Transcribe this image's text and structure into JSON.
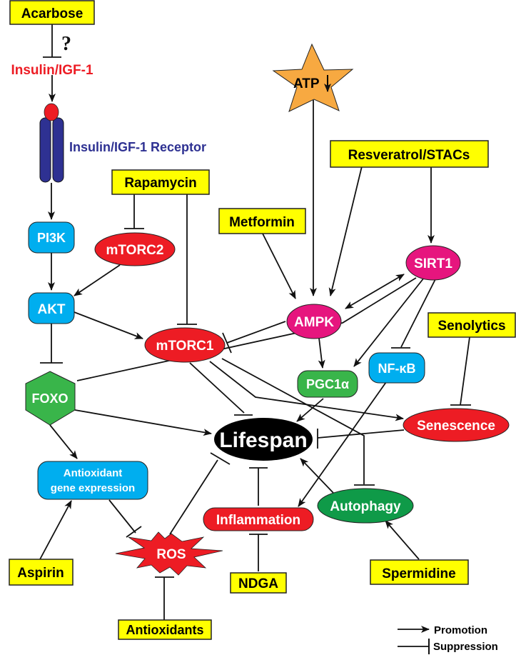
{
  "diagram": {
    "title_nodes": {
      "acarbose": "Acarbose",
      "question_mark": "?",
      "insulin_igf1": "Insulin/IGF-1",
      "receptor": "Insulin/IGF-1 Receptor",
      "atp": "ATP",
      "resveratrol": "Resveratrol/STACs",
      "rapamycin": "Rapamycin",
      "metformin": "Metformin",
      "pi3k": "PI3K",
      "mtorc2": "mTORC2",
      "akt": "AKT",
      "sirt1": "SIRT1",
      "ampk": "AMPK",
      "mtorc1": "mTORC1",
      "senolytics": "Senolytics",
      "foxo": "FOXO",
      "pgc1a": "PGC1α",
      "nfkb": "NF-κB",
      "lifespan": "Lifespan",
      "senescence": "Senescence",
      "antioxidant_line1": "Antioxidant",
      "antioxidant_line2": "gene expression",
      "inflammation": "Inflammation",
      "autophagy": "Autophagy",
      "ros": "ROS",
      "aspirin": "Aspirin",
      "ndga": "NDGA",
      "spermidine": "Spermidine",
      "antioxidants": "Antioxidants"
    },
    "legend": {
      "promotion": "Promotion",
      "suppression": "Suppression"
    },
    "edges": [
      {
        "from": "Acarbose",
        "to": "Insulin/IGF-1",
        "type": "suppression",
        "uncertain": true
      },
      {
        "from": "Insulin/IGF-1",
        "to": "Insulin/IGF-1 Receptor",
        "type": "promotion"
      },
      {
        "from": "Insulin/IGF-1 Receptor",
        "to": "PI3K",
        "type": "promotion"
      },
      {
        "from": "PI3K",
        "to": "AKT",
        "type": "promotion"
      },
      {
        "from": "Rapamycin",
        "to": "mTORC2",
        "type": "suppression"
      },
      {
        "from": "Rapamycin",
        "to": "mTORC1",
        "type": "suppression"
      },
      {
        "from": "mTORC2",
        "to": "AKT",
        "type": "promotion"
      },
      {
        "from": "AKT",
        "to": "mTORC1",
        "type": "promotion"
      },
      {
        "from": "AKT",
        "to": "FOXO",
        "type": "suppression"
      },
      {
        "from": "ATP",
        "to": "AMPK",
        "type": "promotion"
      },
      {
        "from": "Metformin",
        "to": "AMPK",
        "type": "promotion"
      },
      {
        "from": "Resveratrol/STACs",
        "to": "AMPK",
        "type": "promotion"
      },
      {
        "from": "Resveratrol/STACs",
        "to": "SIRT1",
        "type": "promotion"
      },
      {
        "from": "AMPK",
        "to": "SIRT1",
        "type": "promotion",
        "bidirectional": true
      },
      {
        "from": "AMPK",
        "to": "mTORC1",
        "type": "suppression"
      },
      {
        "from": "AMPK",
        "to": "PGC1α",
        "type": "promotion"
      },
      {
        "from": "SIRT1",
        "to": "PGC1α",
        "type": "promotion"
      },
      {
        "from": "SIRT1",
        "to": "NF-κB",
        "type": "suppression"
      },
      {
        "from": "SIRT1",
        "to": "FOXO",
        "type": "promotion"
      },
      {
        "from": "mTORC1",
        "to": "Lifespan",
        "type": "suppression"
      },
      {
        "from": "mTORC1",
        "to": "Senescence",
        "type": "promotion"
      },
      {
        "from": "mTORC1",
        "to": "Autophagy",
        "type": "suppression"
      },
      {
        "from": "PGC1α",
        "to": "Lifespan",
        "type": "promotion"
      },
      {
        "from": "NF-κB",
        "to": "Inflammation",
        "type": "promotion"
      },
      {
        "from": "FOXO",
        "to": "Lifespan",
        "type": "promotion"
      },
      {
        "from": "FOXO",
        "to": "Antioxidant gene expression",
        "type": "promotion"
      },
      {
        "from": "Senolytics",
        "to": "Senescence",
        "type": "suppression"
      },
      {
        "from": "Senescence",
        "to": "Lifespan",
        "type": "suppression"
      },
      {
        "from": "Antioxidant gene expression",
        "to": "ROS",
        "type": "suppression"
      },
      {
        "from": "Aspirin",
        "to": "Antioxidant gene expression",
        "type": "promotion"
      },
      {
        "from": "ROS",
        "to": "Lifespan",
        "type": "suppression"
      },
      {
        "from": "Antioxidants",
        "to": "ROS",
        "type": "suppression"
      },
      {
        "from": "Inflammation",
        "to": "Lifespan",
        "type": "suppression"
      },
      {
        "from": "NDGA",
        "to": "Inflammation",
        "type": "suppression"
      },
      {
        "from": "Autophagy",
        "to": "Lifespan",
        "type": "promotion"
      },
      {
        "from": "Spermidine",
        "to": "Autophagy",
        "type": "promotion"
      }
    ],
    "colors": {
      "drug_box": "#ffff00",
      "red_node": "#ed1c24",
      "magenta_node": "#e6157e",
      "blue_node": "#00aeef",
      "green_node": "#39b54a",
      "dark_green_node": "#0f9a48",
      "lifespan": "#000000",
      "star": "#f7a941",
      "receptor": "#2e3192",
      "insulin_text": "#ed1c24",
      "receptor_text": "#2e3192"
    }
  }
}
